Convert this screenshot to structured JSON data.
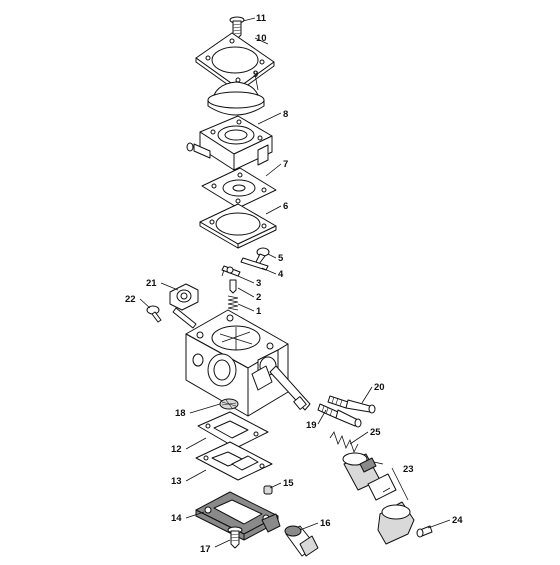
{
  "diagram": {
    "parts": [
      {
        "id": "11",
        "label": "11"
      },
      {
        "id": "10",
        "label": "10"
      },
      {
        "id": "9",
        "label": "9"
      },
      {
        "id": "8",
        "label": "8"
      },
      {
        "id": "7",
        "label": "7"
      },
      {
        "id": "6",
        "label": "6"
      },
      {
        "id": "5",
        "label": "5"
      },
      {
        "id": "4",
        "label": "4"
      },
      {
        "id": "3",
        "label": "3"
      },
      {
        "id": "2",
        "label": "2"
      },
      {
        "id": "1",
        "label": "1"
      },
      {
        "id": "21",
        "label": "21"
      },
      {
        "id": "22",
        "label": "22"
      },
      {
        "id": "20",
        "label": "20"
      },
      {
        "id": "19",
        "label": "19"
      },
      {
        "id": "25",
        "label": "25"
      },
      {
        "id": "23",
        "label": "23"
      },
      {
        "id": "18",
        "label": "18"
      },
      {
        "id": "12",
        "label": "12"
      },
      {
        "id": "13",
        "label": "13"
      },
      {
        "id": "15",
        "label": "15"
      },
      {
        "id": "14",
        "label": "14"
      },
      {
        "id": "16",
        "label": "16"
      },
      {
        "id": "24",
        "label": "24"
      },
      {
        "id": "17",
        "label": "17"
      }
    ]
  }
}
